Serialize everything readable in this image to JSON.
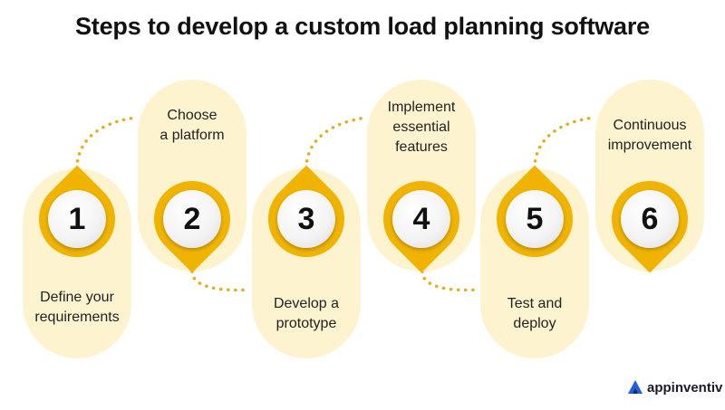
{
  "title": "Steps to develop a custom load planning software",
  "steps": [
    {
      "number": "1",
      "label_lines": [
        "Define your",
        "requirements"
      ]
    },
    {
      "number": "2",
      "label_lines": [
        "Choose",
        "a platform"
      ]
    },
    {
      "number": "3",
      "label_lines": [
        "Develop a",
        "prototype"
      ]
    },
    {
      "number": "4",
      "label_lines": [
        "Implement",
        "essential",
        "features"
      ]
    },
    {
      "number": "5",
      "label_lines": [
        "Test and",
        "deploy"
      ]
    },
    {
      "number": "6",
      "label_lines": [
        "Continuous",
        "improvement"
      ]
    }
  ],
  "brand": {
    "name": "appinventiv",
    "icon": "appinventiv-logo-icon"
  },
  "colors": {
    "accent": "#f0b400",
    "pill": "#fdf3cf",
    "connector": "#e0ad1c",
    "brand": "#1f5fe0"
  }
}
